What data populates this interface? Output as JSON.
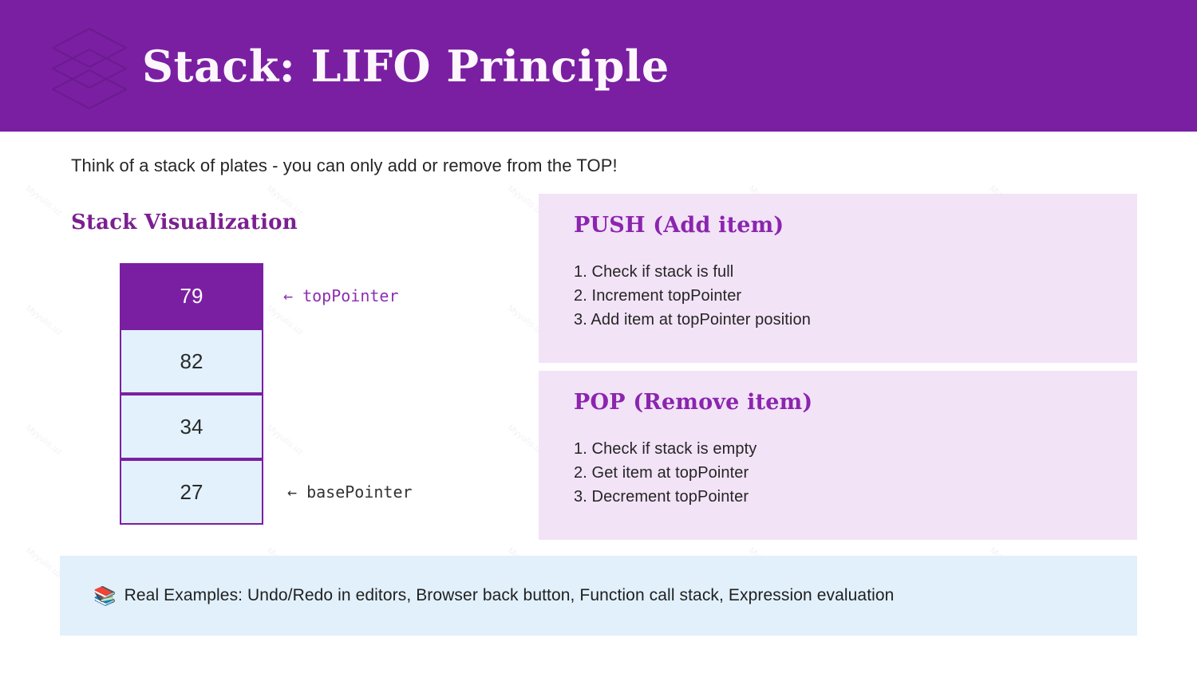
{
  "header": {
    "title": "Stack: LIFO Principle",
    "icon": "layers-stack-icon",
    "bg_color": "#7A1FA2"
  },
  "intro": {
    "text": "Think of a stack of plates - you can only add or remove from the TOP!"
  },
  "visualization": {
    "title": "Stack Visualization",
    "title_color": "#7B2090",
    "top_fill_color": "#7B1FA2",
    "cell_fill_color": "#E2F1FC",
    "cell_border_color": "#7B1FA2",
    "cells": [
      {
        "value": "79",
        "is_top": true,
        "pointer": "← topPointer",
        "pointer_color": "#8B2FB0"
      },
      {
        "value": "82",
        "is_top": false,
        "pointer": "",
        "pointer_color": ""
      },
      {
        "value": "34",
        "is_top": false,
        "pointer": "",
        "pointer_color": ""
      },
      {
        "value": "27",
        "is_top": false,
        "pointer": "← basePointer",
        "pointer_color": "#333333"
      }
    ]
  },
  "operations": [
    {
      "title": "PUSH (Add item)",
      "steps": [
        "1. Check if stack is full",
        "2. Increment topPointer",
        "3. Add item at topPointer position"
      ]
    },
    {
      "title": "POP (Remove item)",
      "steps": [
        "1. Check if stack is empty",
        "2. Get item at topPointer",
        "3. Decrement topPointer"
      ]
    }
  ],
  "banner": {
    "icon": "📚",
    "icon_name": "books-icon",
    "text": "Real Examples: Undo/Redo in editors, Browser back button, Function call stack, Expression evaluation",
    "bg_color": "#E1F0FB"
  },
  "watermark": {
    "text": "Myyulis.uz"
  }
}
